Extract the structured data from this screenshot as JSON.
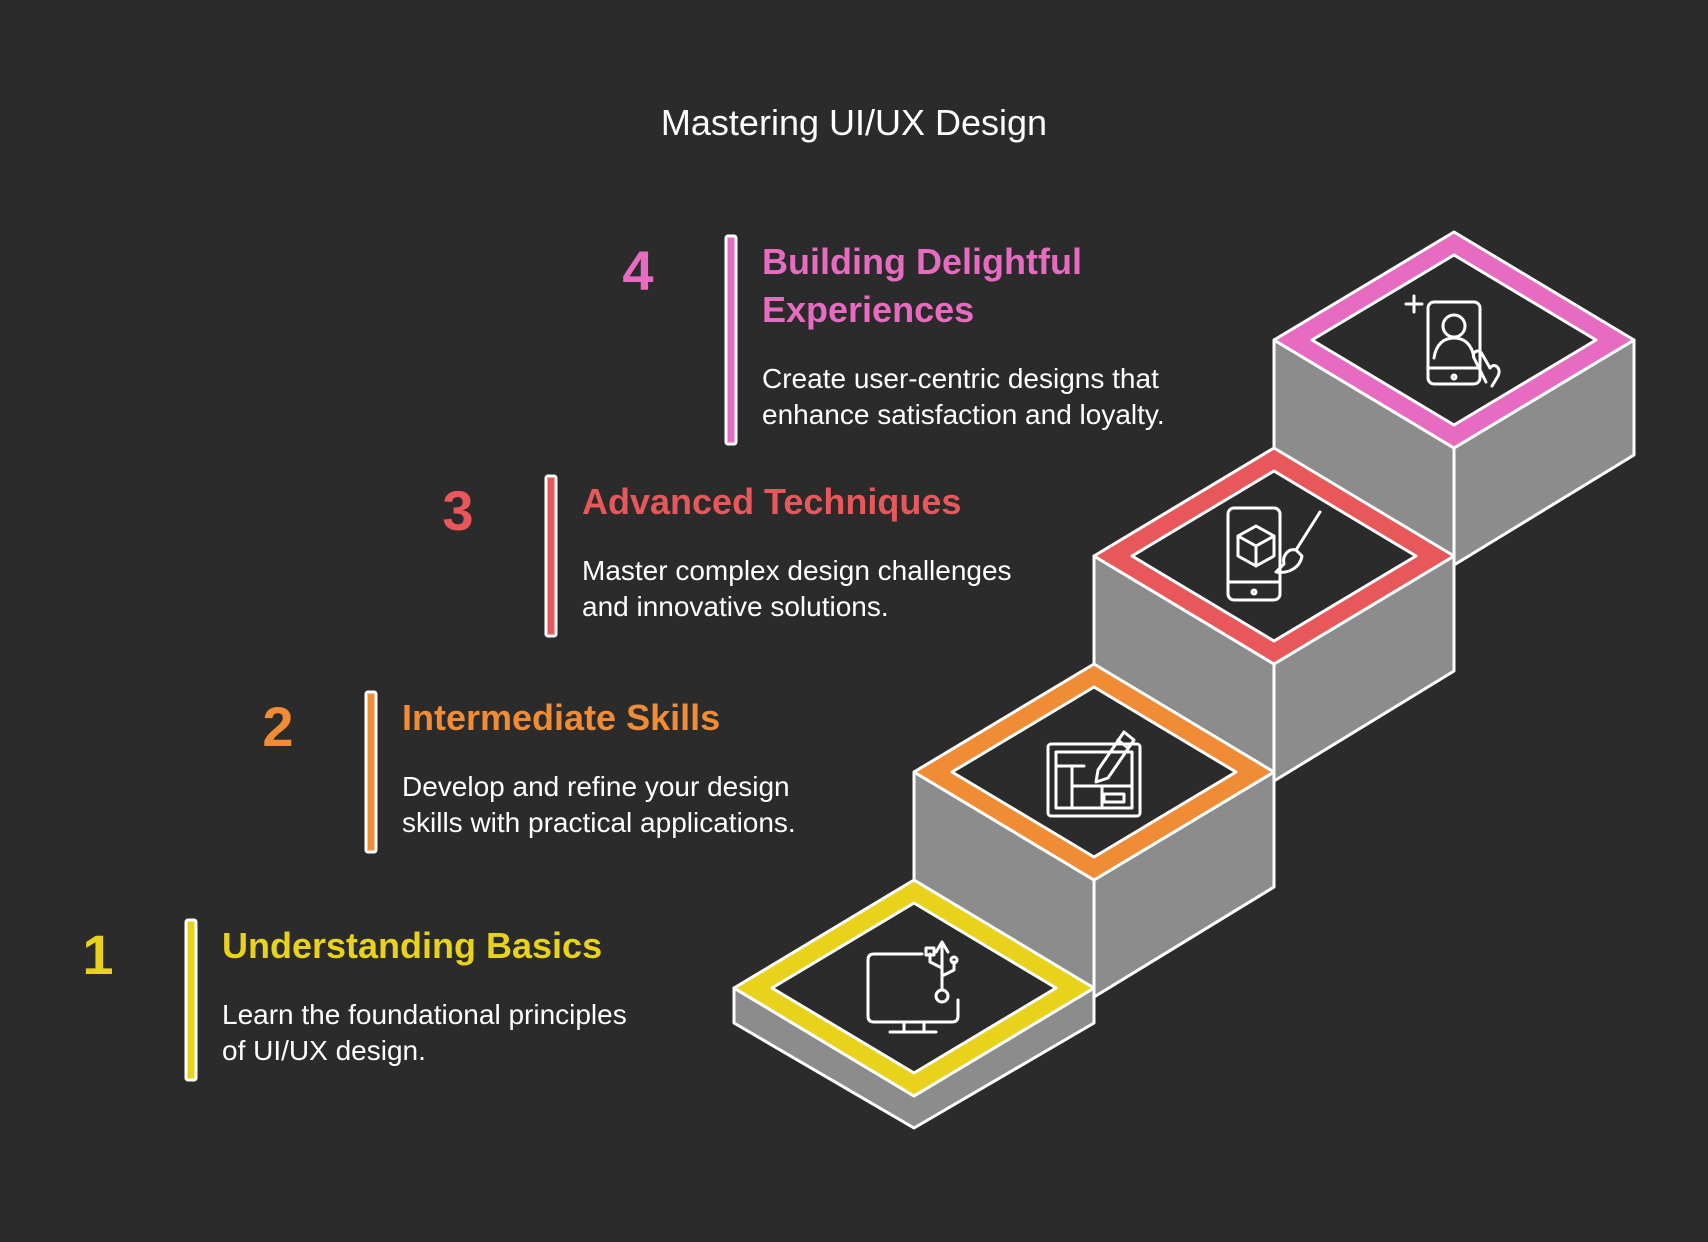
{
  "title": "Mastering UI/UX Design",
  "colors": {
    "background": "#2b2b2b",
    "step_wall": "#8c8c8c",
    "outline": "#ffffff"
  },
  "steps": [
    {
      "number": "1",
      "heading": "Understanding Basics",
      "heading_lines": [
        "Understanding Basics"
      ],
      "description_lines": [
        "Learn the foundational principles",
        "of UI/UX design."
      ],
      "color": "#e8d21c",
      "icon": "monitor-usb-icon"
    },
    {
      "number": "2",
      "heading": "Intermediate Skills",
      "heading_lines": [
        "Intermediate Skills"
      ],
      "description_lines": [
        "Develop and refine your design",
        "skills with practical applications."
      ],
      "color": "#f08c35",
      "icon": "wireframe-pencil-icon"
    },
    {
      "number": "3",
      "heading": "Advanced Techniques",
      "heading_lines": [
        "Advanced Techniques"
      ],
      "description_lines": [
        "Master complex design challenges",
        "and innovative solutions."
      ],
      "color": "#e8585a",
      "icon": "phone-cube-brush-icon"
    },
    {
      "number": "4",
      "heading": "Building Delightful Experiences",
      "heading_lines": [
        "Building Delightful",
        "Experiences"
      ],
      "description_lines": [
        "Create user-centric designs that",
        "enhance satisfaction and loyalty."
      ],
      "color": "#e86bc2",
      "icon": "phone-user-touch-icon"
    }
  ]
}
